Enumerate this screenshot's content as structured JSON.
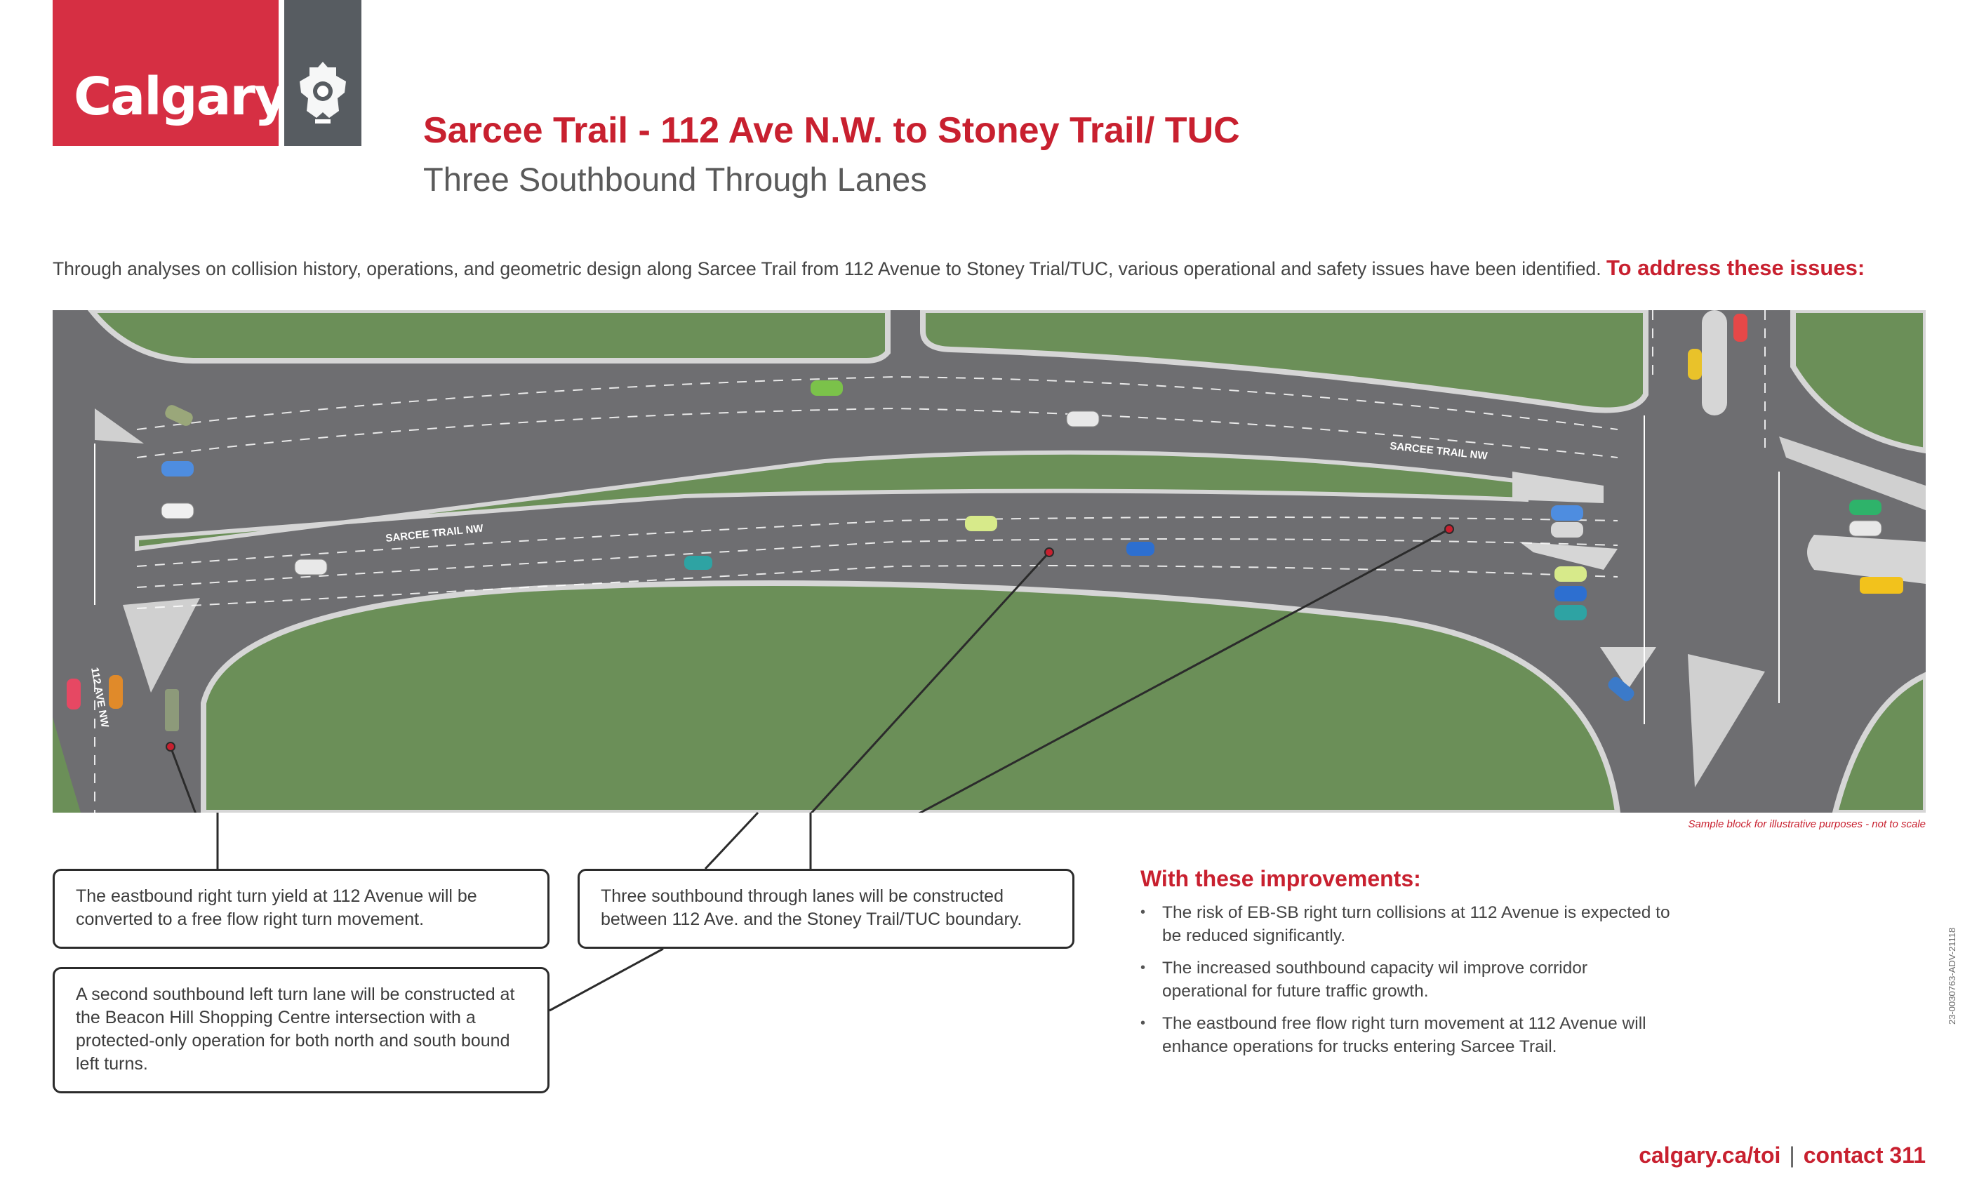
{
  "branding": {
    "logo_text": "Calgary"
  },
  "header": {
    "title": "Sarcee Trail - 112 Ave N.W. to Stoney Trail/ TUC",
    "subtitle": "Three Southbound Through Lanes"
  },
  "intro": {
    "text": "Through analyses on collision history, operations, and geometric design along Sarcee Trail from 112 Avenue to Stoney Trial/TUC, various operational and safety issues have been identified.",
    "highlight": "To address these issues:"
  },
  "map": {
    "road_label_upper": "SARCEE TRAIL NW",
    "road_label_lower": "SARCEE TRAIL NW",
    "road_label_side": "112 AVE NW",
    "note": "Sample block for illustrative purposes - not to scale",
    "colors": {
      "grass": "#6b8f58",
      "road": "#6e6e71",
      "curb": "#d6d6d6",
      "island": "#d0d0d0",
      "marker": "#c8202f"
    }
  },
  "callouts": {
    "eastbound": "The eastbound right turn yield at 112 Avenue will be converted to a free flow right turn movement.",
    "southbound": "Three southbound through lanes will be constructed between 112 Ave. and the Stoney Trail/TUC boundary.",
    "left_turn": "A second southbound left turn lane will be constructed at the Beacon Hill Shopping Centre intersection with a protected-only operation for both north and south bound left turns."
  },
  "improvements": {
    "title": "With these improvements:",
    "items": [
      "The risk of EB-SB right turn collisions at 112 Avenue is expected to be reduced significantly.",
      "The increased southbound capacity wil improve corridor operational for future traffic growth.",
      "The eastbound free flow right turn movement at 112 Avenue will enhance operations for trucks entering Sarcee Trail."
    ]
  },
  "footer": {
    "website": "calgary.ca/toi",
    "separator": "|",
    "contact": "contact 311"
  },
  "doc_id": "23-0030763-ADV-21118"
}
